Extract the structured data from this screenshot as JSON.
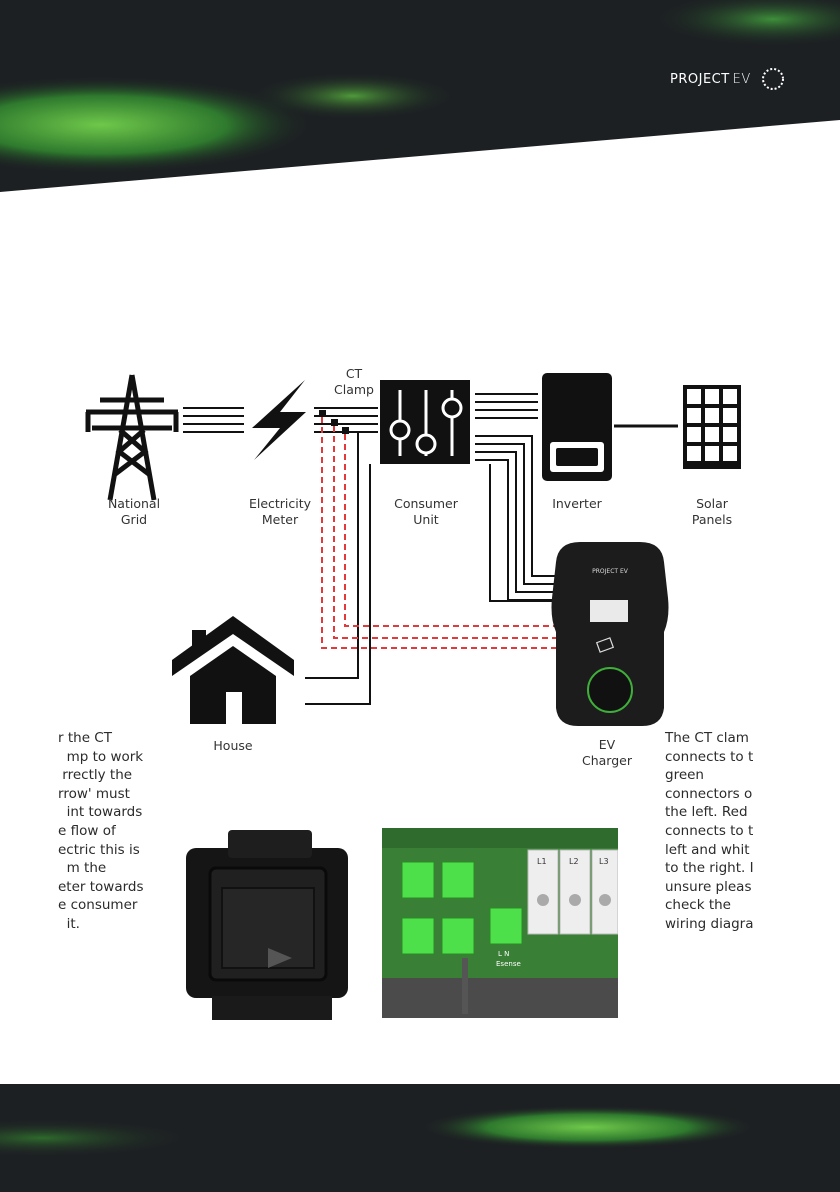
{
  "brand": {
    "name": "PROJECT",
    "suffix": "EV"
  },
  "diagram": {
    "ct_label": "CT\nClamp",
    "nodes": [
      {
        "id": "grid",
        "label": "National\nGrid"
      },
      {
        "id": "meter",
        "label": "Electricity\nMeter"
      },
      {
        "id": "consumer",
        "label": "Consumer\nUnit"
      },
      {
        "id": "inverter",
        "label": "Inverter"
      },
      {
        "id": "solar",
        "label": "Solar\nPanels"
      },
      {
        "id": "house",
        "label": "House"
      },
      {
        "id": "charger",
        "label": "EV\nCharger"
      }
    ],
    "charger_brand": "PROJECT EV"
  },
  "notes": {
    "left": "r the CT\n  mp to work\n rrectly the\nrrow' must\n  int towards\ne flow of\nectric this is\n  m the\neter towards\ne consumer\n  it.",
    "right": "The CT clam\nconnects to t\ngreen\nconnectors o\nthe left. Red\nconnects to t\nleft and whit\nto the right. I\nunsure pleas\ncheck the\nwiring diagra"
  },
  "terminal_labels": {
    "l1": "L1",
    "l2": "L2",
    "l3": "L3",
    "esense": "Esense",
    "ln": "L   N"
  },
  "colors": {
    "dark": "#111111",
    "green": "#3fae3a",
    "ct_wire": "#e23a3a"
  }
}
